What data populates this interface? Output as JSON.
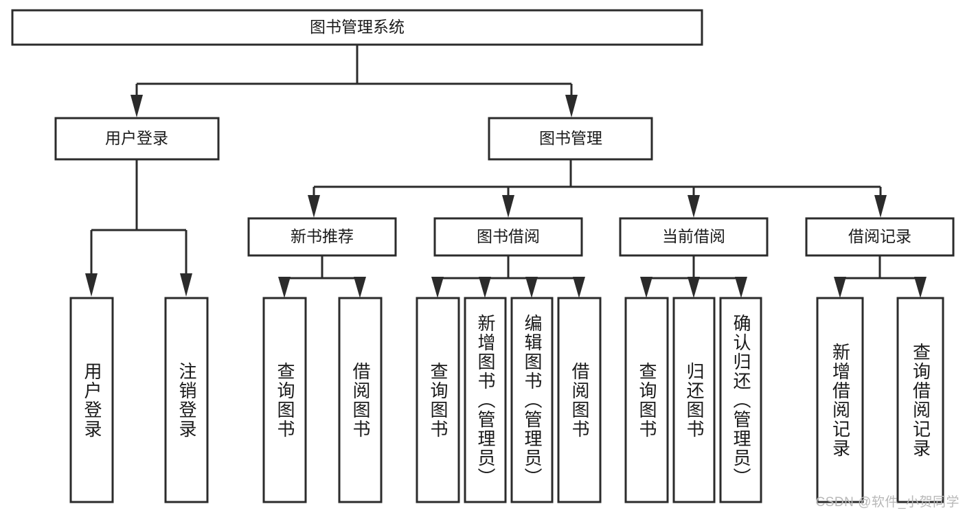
{
  "diagram": {
    "type": "tree-hierarchy",
    "title": "图书管理系统",
    "watermark": "CSDN @软件_小贺同学",
    "colors": {
      "box_stroke": "#2b2b2b",
      "box_fill": "#ffffff",
      "text": "#1a1a1a",
      "background": "#ffffff",
      "watermark": "#b8b8b8"
    },
    "levels": {
      "root": {
        "label": "图书管理系统"
      },
      "level2": [
        {
          "id": "user-login",
          "label": "用户登录"
        },
        {
          "id": "book-manage",
          "label": "图书管理"
        }
      ],
      "level3": [
        {
          "id": "new-book-recommend",
          "label": "新书推荐",
          "parent": "book-manage"
        },
        {
          "id": "book-borrow",
          "label": "图书借阅",
          "parent": "book-manage"
        },
        {
          "id": "current-borrow",
          "label": "当前借阅",
          "parent": "book-manage"
        },
        {
          "id": "borrow-record",
          "label": "借阅记录",
          "parent": "book-manage"
        }
      ],
      "leaves": [
        {
          "id": "leaf-user-login",
          "label": "用户登录",
          "parent": "user-login"
        },
        {
          "id": "leaf-logout",
          "label": "注销登录",
          "parent": "user-login"
        },
        {
          "id": "leaf-query-book-1",
          "label": "查询图书",
          "parent": "new-book-recommend"
        },
        {
          "id": "leaf-borrow-book-1",
          "label": "借阅图书",
          "parent": "new-book-recommend"
        },
        {
          "id": "leaf-query-book-2",
          "label": "查询图书",
          "parent": "book-borrow"
        },
        {
          "id": "leaf-add-book",
          "label": "新增图书（管理员）",
          "parent": "book-borrow"
        },
        {
          "id": "leaf-edit-book",
          "label": "编辑图书（管理员）",
          "parent": "book-borrow"
        },
        {
          "id": "leaf-borrow-book-2",
          "label": "借阅图书",
          "parent": "book-borrow"
        },
        {
          "id": "leaf-query-book-3",
          "label": "查询图书",
          "parent": "current-borrow"
        },
        {
          "id": "leaf-return-book",
          "label": "归还图书",
          "parent": "current-borrow"
        },
        {
          "id": "leaf-confirm-return",
          "label": "确认归还（管理员）",
          "parent": "current-borrow"
        },
        {
          "id": "leaf-add-record",
          "label": "新增借阅记录",
          "parent": "borrow-record"
        },
        {
          "id": "leaf-query-record",
          "label": "查询借阅记录",
          "parent": "borrow-record"
        }
      ]
    }
  }
}
